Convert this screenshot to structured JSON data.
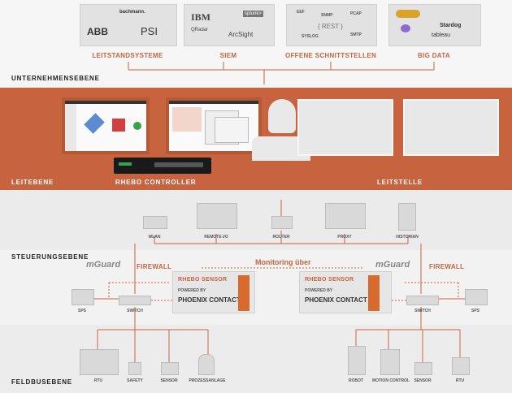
{
  "top_boxes": {
    "box1": {
      "logos": [
        "bachmann.",
        "ABB",
        "PSI"
      ],
      "caption": "LEITSTANDSYSTEME"
    },
    "box2": {
      "logos": [
        "IBM",
        "splunk>",
        "QRadar",
        "ArcSight"
      ],
      "caption": "SIEM"
    },
    "box3": {
      "protocols": [
        "EEF",
        "SNMP",
        "PCAP",
        "{ REST }",
        "SYSLOG",
        "SMTP"
      ],
      "caption": "OFFENE SCHNITTSTELLEN"
    },
    "box4": {
      "logos": [
        "Stardog",
        "tableau"
      ],
      "caption": "BIG DATA"
    }
  },
  "levels": {
    "unternehmen": "UNTERNEHMENSEBENE",
    "leit": "LEITEBENE",
    "steuerung": "STEUERUNGSEBENE",
    "feldbus": "FELDBUSEBENE"
  },
  "leitebene": {
    "controller_label": "RHEBO CONTROLLER",
    "leitstelle_label": "LEITSTELLE"
  },
  "network": [
    "WLAN",
    "REMOTE I/O",
    "ROUTER",
    "PROXY",
    "HISTORIAN"
  ],
  "steuerung": {
    "mguard": "mGuard",
    "firewall": "FIREWALL",
    "monitoring": "Monitoring über",
    "sensor_title": "RHEBO SENSOR",
    "powered_by": "POWERED BY",
    "phoenix": "PHOENIX CONTACT",
    "switch": "SWITCH",
    "sps": "SPS"
  },
  "field_left": [
    "RTU",
    "SAFETY",
    "SENSOR",
    "PROZESSANLAGE"
  ],
  "field_right": [
    "ROBOT",
    "MOTION CONTROL",
    "SENSOR",
    "RTU"
  ],
  "colors": {
    "accent": "#c8633f",
    "dark": "#222222"
  }
}
